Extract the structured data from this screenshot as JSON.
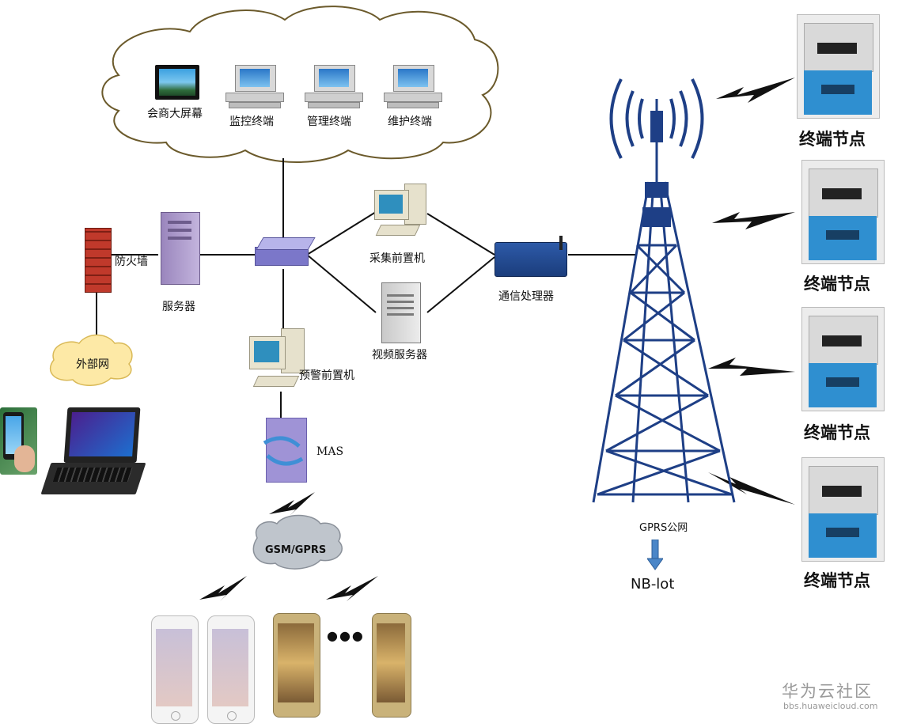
{
  "cloud_labels": {
    "big_screen": "会商大屏幕",
    "monitor_terminal": "监控终端",
    "management_terminal": "管理终端",
    "maintenance_terminal": "维护终端"
  },
  "left_labels": {
    "firewall": "防火墙",
    "server": "服务器",
    "external_net": "外部网"
  },
  "center_labels": {
    "collection_machine": "采集前置机",
    "video_server": "视频服务器",
    "warning_machine": "预警前置机",
    "mas": "MAS",
    "gsm_gprs": "GSM/GPRS",
    "ellipsis": "●●●"
  },
  "right_labels": {
    "comm_processor": "通信处理器",
    "gprs_net": "GPRS公网",
    "nb_iot": "NB-lot",
    "terminal_nodes": [
      "终端节点",
      "终端节点",
      "终端节点",
      "终端节点"
    ]
  },
  "watermark": {
    "main": "华为云社区",
    "sub": "bbs.huaweicloud.com"
  },
  "colors": {
    "tower": "#1e3f86",
    "cloud_stroke": "#6b5a2b",
    "small_cloud_fill": "#fde9a6",
    "firewall": "#c0392b",
    "server": "#a996c9",
    "switch": "#8e8ad6",
    "meter_body": "#2f8fd0",
    "arrow": "#4a86c8"
  }
}
